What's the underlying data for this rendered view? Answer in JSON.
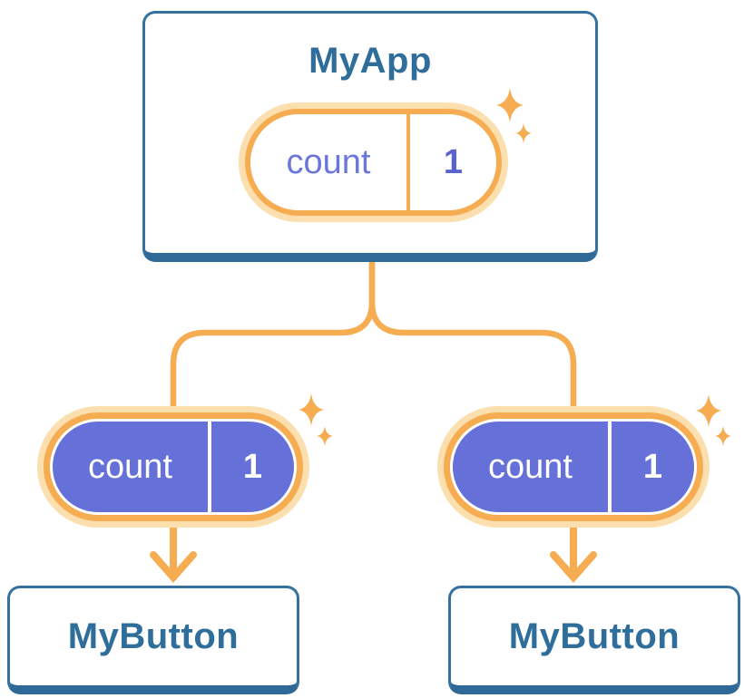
{
  "figure": {
    "root": {
      "title": "MyApp",
      "state_pill": {
        "label": "count",
        "value": "1",
        "style": "outlined"
      }
    },
    "children": [
      {
        "title": "MyButton",
        "state_pill": {
          "label": "count",
          "value": "1",
          "style": "filled"
        }
      },
      {
        "title": "MyButton",
        "state_pill": {
          "label": "count",
          "value": "1",
          "style": "filled"
        }
      }
    ],
    "colors": {
      "card_border_blue": "#35719E",
      "card_shadow_blue": "#2E6997",
      "title_text_blue": "#2F6D9B",
      "connector_orange": "#F6AC51",
      "pill_ring_orange": "#F6AC51",
      "pill_halo_light_orange": "#FBDFAF",
      "pill_fill_purple": "#6571D8",
      "pill_label_purple": "#6B76DB",
      "pill_value_purple": "#5A63CC",
      "sparkle_orange": "#F6AC51",
      "background": "#FFFFFF"
    }
  }
}
